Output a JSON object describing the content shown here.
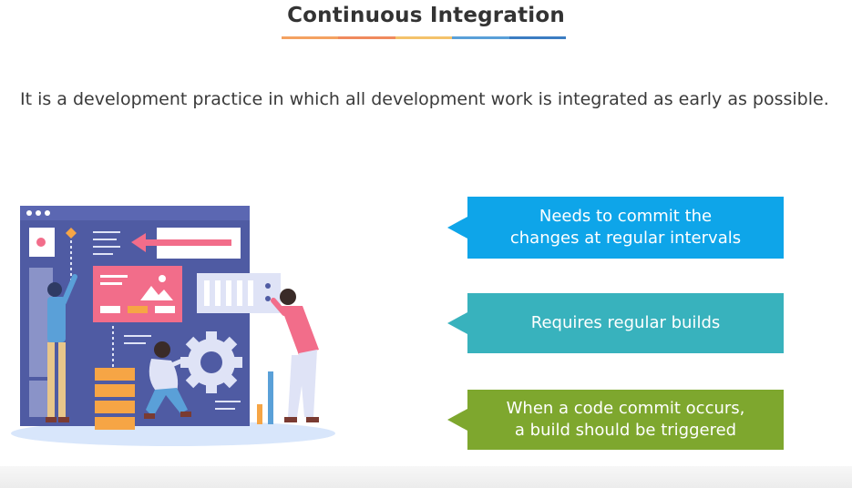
{
  "slide": {
    "title": "Continuous Integration",
    "title_underline_colors": [
      "#f4a261",
      "#f08a5d",
      "#f4c26b",
      "#5aa0d8",
      "#3b7dc2"
    ],
    "description": "It is a development practice in which all development work is integrated as early as possible."
  },
  "callouts": [
    {
      "text": "Needs to commit the\nchanges at regular intervals",
      "color": "#0ea5e9"
    },
    {
      "text": "Requires regular builds",
      "color": "#38b2bd"
    },
    {
      "text": "When a code commit occurs,\na build should be triggered",
      "color": "#7ea72e"
    }
  ],
  "illustration": {
    "icon": "developers-collaboration-illustration",
    "colors": {
      "board": "#4f5ba3",
      "board_top": "#5b67b2",
      "pink": "#f26d8a",
      "orange": "#f6a545",
      "light": "#dfe3f6",
      "ground": "#d8e6fb"
    }
  }
}
